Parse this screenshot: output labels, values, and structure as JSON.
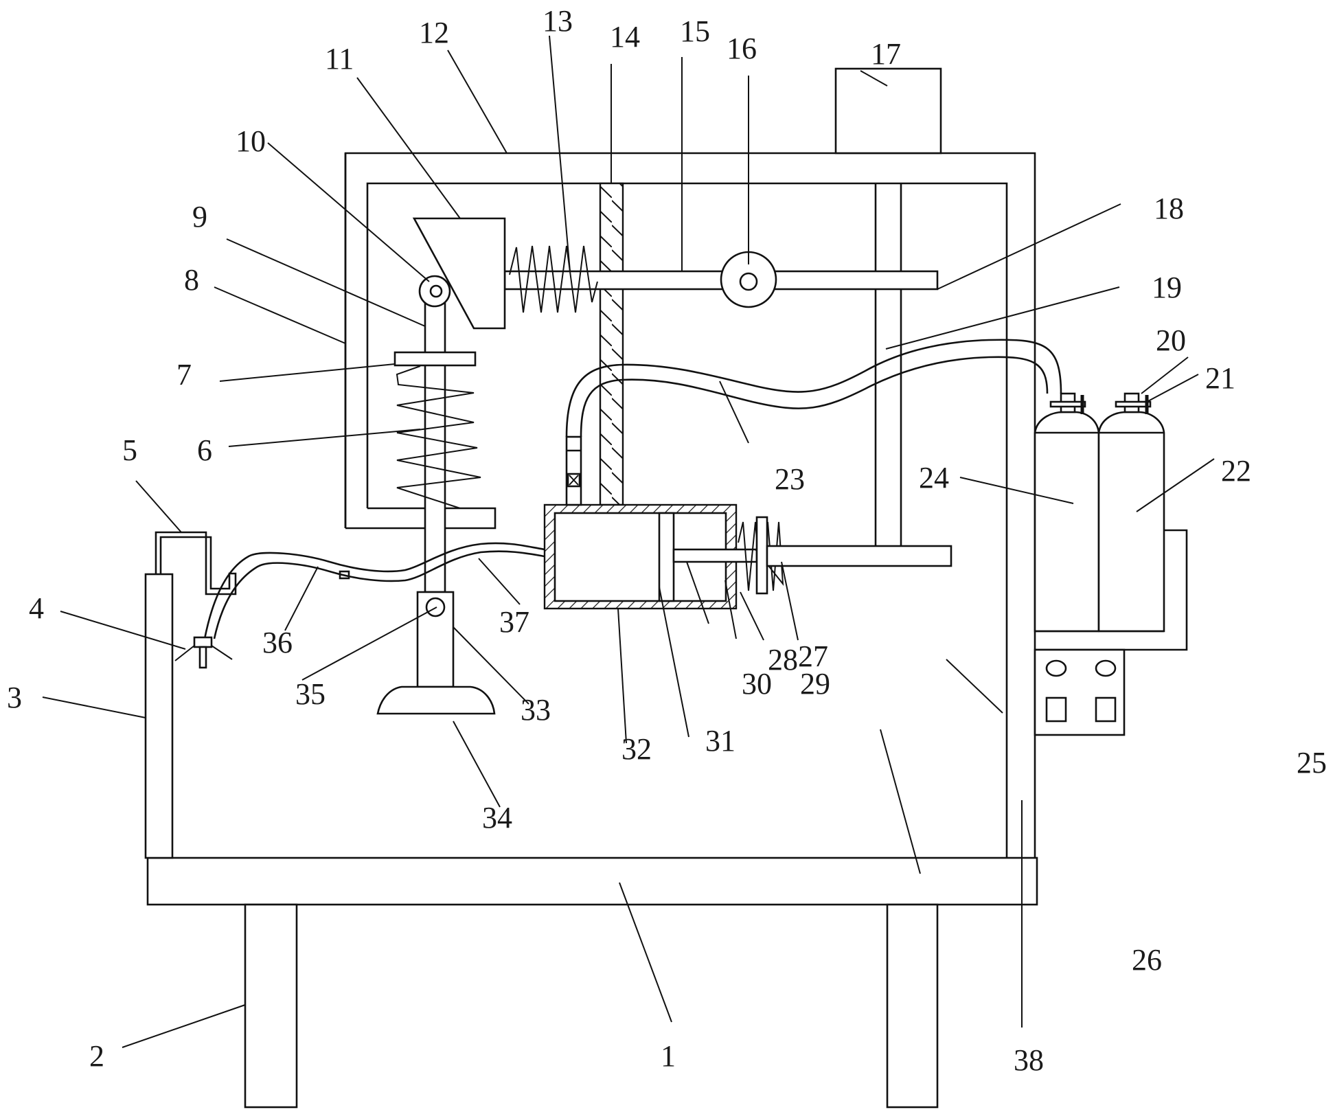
{
  "figure": {
    "type": "patent-mechanical-drawing",
    "description": "Front view of apparatus with table frame, spring-loaded rod, suction cup, cylinder, gas tanks and control panel",
    "line_color": "#111111",
    "background": "#ffffff"
  },
  "callouts": [
    {
      "id": "1",
      "label": "1",
      "part": "table-top"
    },
    {
      "id": "2",
      "label": "2",
      "part": "leg"
    },
    {
      "id": "3",
      "label": "3",
      "part": "left-post"
    },
    {
      "id": "4",
      "label": "4",
      "part": "spray-nozzle"
    },
    {
      "id": "5",
      "label": "5",
      "part": "nozzle-bracket"
    },
    {
      "id": "6",
      "label": "6",
      "part": "compression-spring"
    },
    {
      "id": "7",
      "label": "7",
      "part": "spring-plate"
    },
    {
      "id": "8",
      "label": "8",
      "part": "l-shaped-support"
    },
    {
      "id": "9",
      "label": "9",
      "part": "lift-rod"
    },
    {
      "id": "10",
      "label": "10",
      "part": "roller"
    },
    {
      "id": "11",
      "label": "11",
      "part": "wedge-block"
    },
    {
      "id": "12",
      "label": "12",
      "part": "top-frame"
    },
    {
      "id": "13",
      "label": "13",
      "part": "return-spring"
    },
    {
      "id": "14",
      "label": "14",
      "part": "guide-column"
    },
    {
      "id": "15",
      "label": "15",
      "part": "push-arm"
    },
    {
      "id": "16",
      "label": "16",
      "part": "eccentric-wheel"
    },
    {
      "id": "17",
      "label": "17",
      "part": "motor"
    },
    {
      "id": "18",
      "label": "18",
      "part": "crank-arm"
    },
    {
      "id": "19",
      "label": "19",
      "part": "vertical-support"
    },
    {
      "id": "20",
      "label": "20",
      "part": "tank-outlet"
    },
    {
      "id": "21",
      "label": "21",
      "part": "valve-handle"
    },
    {
      "id": "22",
      "label": "22",
      "part": "gas-tank-right"
    },
    {
      "id": "23",
      "label": "23",
      "part": "gas-hose"
    },
    {
      "id": "24",
      "label": "24",
      "part": "gas-tank-left"
    },
    {
      "id": "25",
      "label": "25",
      "part": "tank-shelf"
    },
    {
      "id": "26",
      "label": "26",
      "part": "control-panel"
    },
    {
      "id": "27",
      "label": "27",
      "part": "connecting-rod"
    },
    {
      "id": "28",
      "label": "28",
      "part": "stop-plate"
    },
    {
      "id": "29",
      "label": "29",
      "part": "piston-spring"
    },
    {
      "id": "30",
      "label": "30",
      "part": "piston-rod"
    },
    {
      "id": "31",
      "label": "31",
      "part": "piston"
    },
    {
      "id": "32",
      "label": "32",
      "part": "cylinder"
    },
    {
      "id": "33",
      "label": "33",
      "part": "sleeve"
    },
    {
      "id": "34",
      "label": "34",
      "part": "suction-cup"
    },
    {
      "id": "35",
      "label": "35",
      "part": "pin"
    },
    {
      "id": "36",
      "label": "36",
      "part": "nozzle-hose"
    },
    {
      "id": "37",
      "label": "37",
      "part": "rod"
    },
    {
      "id": "38",
      "label": "38",
      "part": "right-frame-post"
    }
  ]
}
